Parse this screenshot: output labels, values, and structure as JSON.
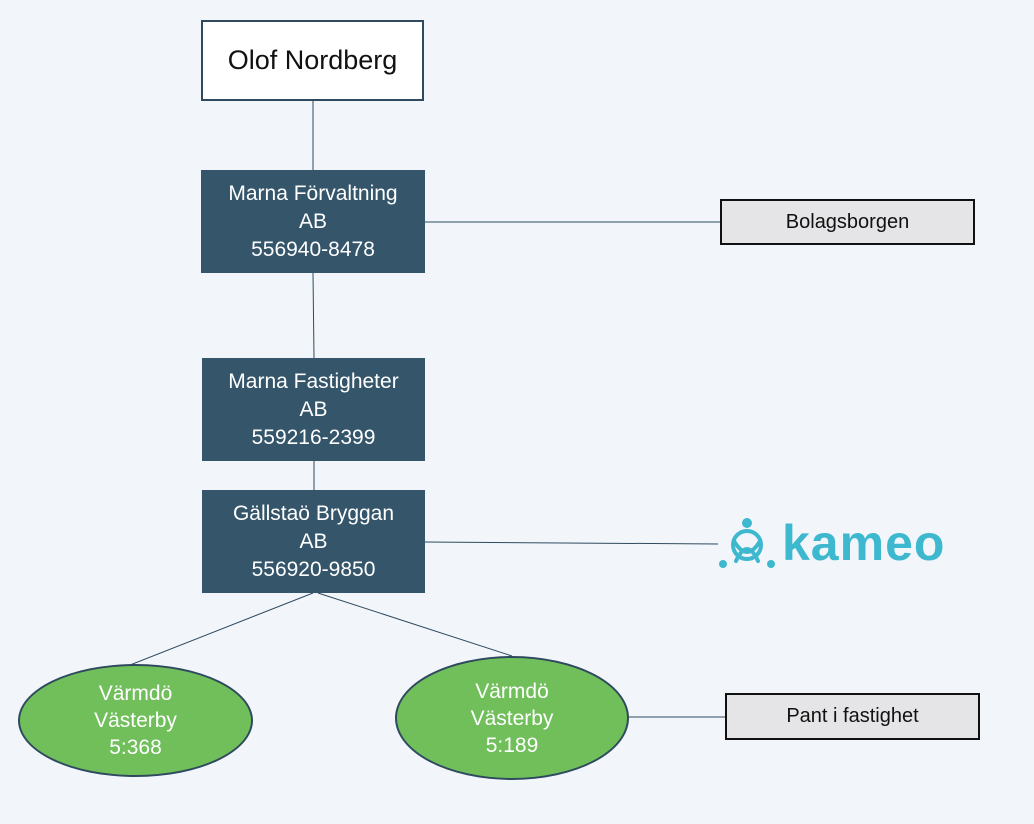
{
  "person": {
    "name": "Olof Nordberg"
  },
  "companies": [
    {
      "name": "Marna Förvaltning",
      "suffix": "AB",
      "org_number": "556940-8478"
    },
    {
      "name": "Marna Fastigheter",
      "suffix": "AB",
      "org_number": "559216-2399"
    },
    {
      "name": "Gällstaö Bryggan",
      "suffix": "AB",
      "org_number": "556920-9850"
    }
  ],
  "notes": {
    "guarantee": "Bolagsborgen",
    "pledge": "Pant i fastighet"
  },
  "properties": [
    {
      "line1": "Värmdö",
      "line2": "Västerby",
      "line3": "5:368"
    },
    {
      "line1": "Värmdö",
      "line2": "Västerby",
      "line3": "5:189"
    }
  ],
  "logo": {
    "wordmark": "kameo",
    "color": "#3db8cf",
    "icon": "kameo-logo-icon"
  },
  "colors": {
    "company_box": "#34556a",
    "property_fill": "#70bf5b",
    "note_fill": "#e5e4e6",
    "background": "#f2f6fb"
  }
}
